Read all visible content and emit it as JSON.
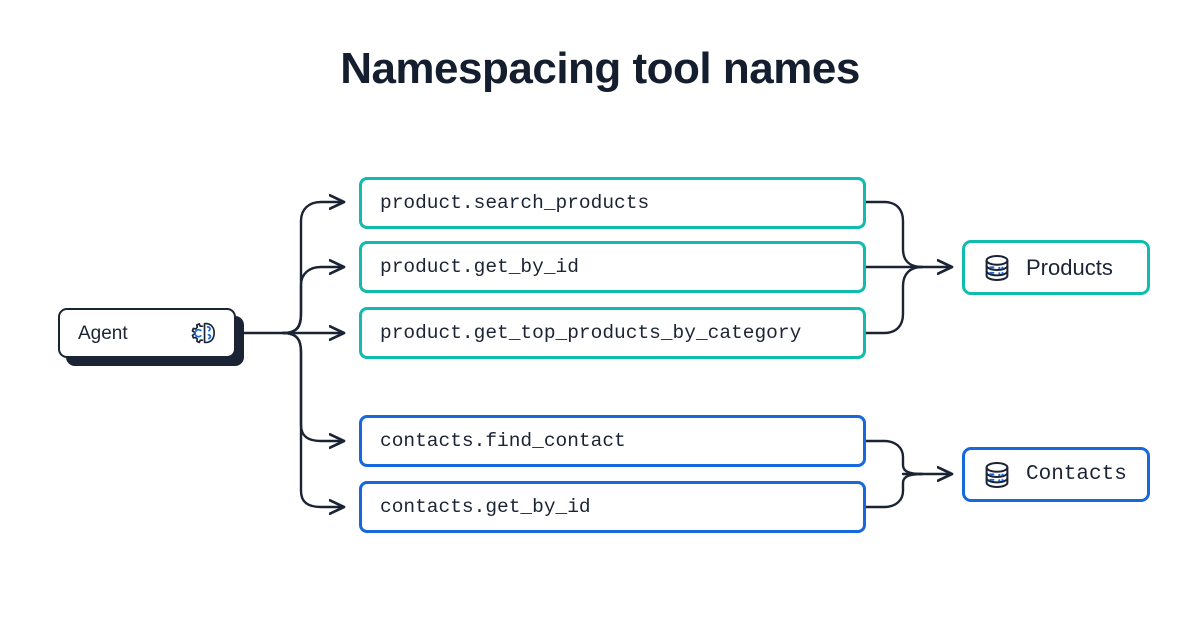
{
  "page": {
    "title": "Namespacing tool names",
    "background": "#ffffff",
    "title_color": "#151e2e"
  },
  "colors": {
    "teal": "#0fbcae",
    "blue": "#1668dc",
    "ink": "#1b2434",
    "connector": "#1b2434"
  },
  "agent": {
    "label": "Agent",
    "icon": "brain-gear-icon"
  },
  "tools": [
    {
      "label": "product.search_products",
      "group": "product",
      "accent": "#0fbcae"
    },
    {
      "label": "product.get_by_id",
      "group": "product",
      "accent": "#0fbcae"
    },
    {
      "label": "product.get_top_products_by_category",
      "group": "product",
      "accent": "#0fbcae"
    },
    {
      "label": "contacts.find_contact",
      "group": "contacts",
      "accent": "#1668dc"
    },
    {
      "label": "contacts.get_by_id",
      "group": "contacts",
      "accent": "#1668dc"
    }
  ],
  "stores": [
    {
      "label": "Products",
      "icon": "database-icon",
      "accent": "#0fbcae",
      "font": "sans"
    },
    {
      "label": "Contacts",
      "icon": "database-icon",
      "accent": "#1668dc",
      "font": "mono"
    }
  ]
}
